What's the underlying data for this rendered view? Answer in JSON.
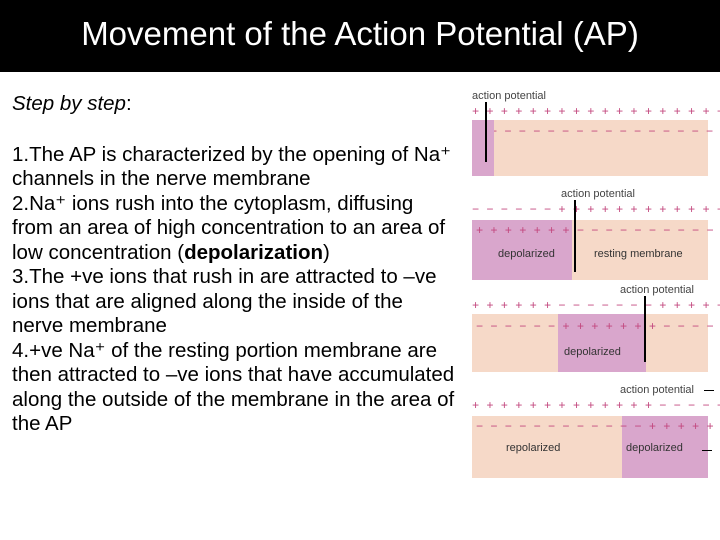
{
  "title": "Movement of the Action Potential (AP)",
  "intro_prefix": "Step by step",
  "intro_suffix": ":",
  "steps": [
    "1.The AP is characterized by the opening of Na⁺ channels in the nerve membrane",
    "2.Na⁺ ions rush into the cytoplasm, diffusing from an area of high concentration to an area of low concentration (",
    "depolarization",
    ")",
    "3.The +ve ions that rush in are attracted to  –ve ions that are aligned along the inside of the nerve membrane",
    "4.+ve Na⁺ of the resting portion membrane are then attracted to –ve ions that have accumulated along the outside of the membrane in the area of the AP"
  ],
  "diagram": {
    "action_potential_label": "action potential",
    "depolarized_label": "depolarized",
    "resting_membrane_label": "resting membrane",
    "repolarized_label": "repolarized",
    "rows": [
      {
        "top_signs": "+ + + + + + + + + + + + + + + + + +",
        "bottom_signs": "− − − − − − − − − − − − − − − − −"
      },
      {
        "top_signs": "− − − − − − + + + + + + + + + + + + + +",
        "bottom_signs": "+ + + + + + + − − − − − − − − − − −"
      },
      {
        "top_signs": "+ + + + + + − − − − − − − + + + + + +",
        "bottom_signs": "− − − − − − + + + + + + + − − − − −"
      },
      {
        "top_signs": "+ + + + + + + + + + + + + − − − − −",
        "bottom_signs": "− − − − − − − − − − − − + + + + + +"
      }
    ]
  }
}
